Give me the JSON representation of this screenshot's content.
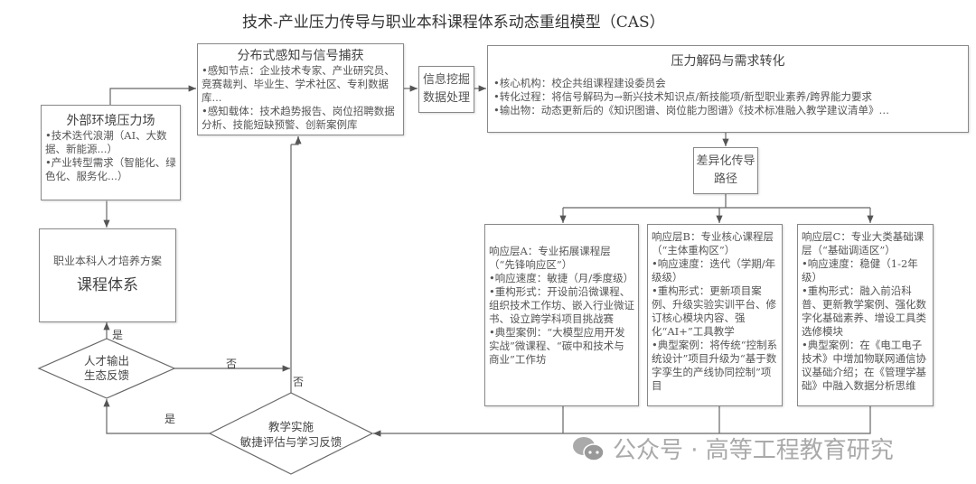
{
  "title": "技术-产业压力传导与职业本科课程体系动态重组模型（CAS）",
  "external": {
    "title": "外部环境压力场",
    "lines": [
      "•技术迭代浪潮（AI、大数据、新能源...）",
      "•产业转型需求（智能化、绿色化、服务化...）"
    ]
  },
  "sensing": {
    "title": "分布式感知与信号捕获",
    "lines": [
      "•感知节点：企业技术专家、产业研究员、竞赛裁判、毕业生、学术社区、专利数据库...",
      "•感知载体：技术趋势报告、岗位招聘数据分析、技能短缺预警、创新案例库"
    ]
  },
  "mining": {
    "line1": "信息挖掘",
    "line2": "数据处理"
  },
  "decode": {
    "title": "压力解码与需求转化",
    "lines": [
      "•核心机构：校企共组课程建设委员会",
      "•转化过程：将信号解码为→新兴技术知识点/新技能项/新型职业素养/跨界能力要求",
      "•输出物：动态更新后的《知识图谱、岗位能力图谱》《技术标准融入教学建议清单》…"
    ]
  },
  "path": {
    "line1": "差异化传导",
    "line2": "路径"
  },
  "layers": [
    {
      "lines": [
        "响应层A：专业拓展课程层（“先锋响应区”）",
        "•响应速度：敏捷（月/季度级）",
        "•重构形式：开设前沿微课程、组织技术工作坊、嵌入行业微证书、设立跨学科项目挑战赛",
        "•典型案例：“大模型应用开发实战”微课程、“碳中和技术与商业”工作坊"
      ]
    },
    {
      "lines": [
        "响应层B：专业核心课程层（“主体重构区”）",
        "•响应速度：迭代（学期/年级级）",
        "•重构形式：更新项目案例、升级实验实训平台、修订核心模块内容、强化“AI+”工具教学",
        "•典型案例：将传统“控制系统设计”项目升级为“基于数字孪生的产线协同控制”项目"
      ]
    },
    {
      "lines": [
        "响应层C：专业大类基础课层（“基础调适区”）",
        "•响应速度：稳健（1-2年级）",
        "•重构形式：融入前沿科普、更新教学案例、强化数字化基础素养、增设工具类选修模块",
        "•典型案例：在《电工电子技术》中增加物联网通信协议基础介绍；在《管理学基础》中融入数据分析思维"
      ]
    }
  ],
  "curriculum": {
    "line1": "职业本科人才培养方案",
    "line2": "课程体系"
  },
  "talent": {
    "line1": "人才输出",
    "line2": "生态反馈"
  },
  "teaching": {
    "line1": "教学实施",
    "line2": "敏捷评估与学习反馈"
  },
  "labels": {
    "yes1": "是",
    "yes2": "是",
    "no1": "否",
    "no2": "否"
  },
  "watermark": "公众号 · 高等工程教育研究"
}
